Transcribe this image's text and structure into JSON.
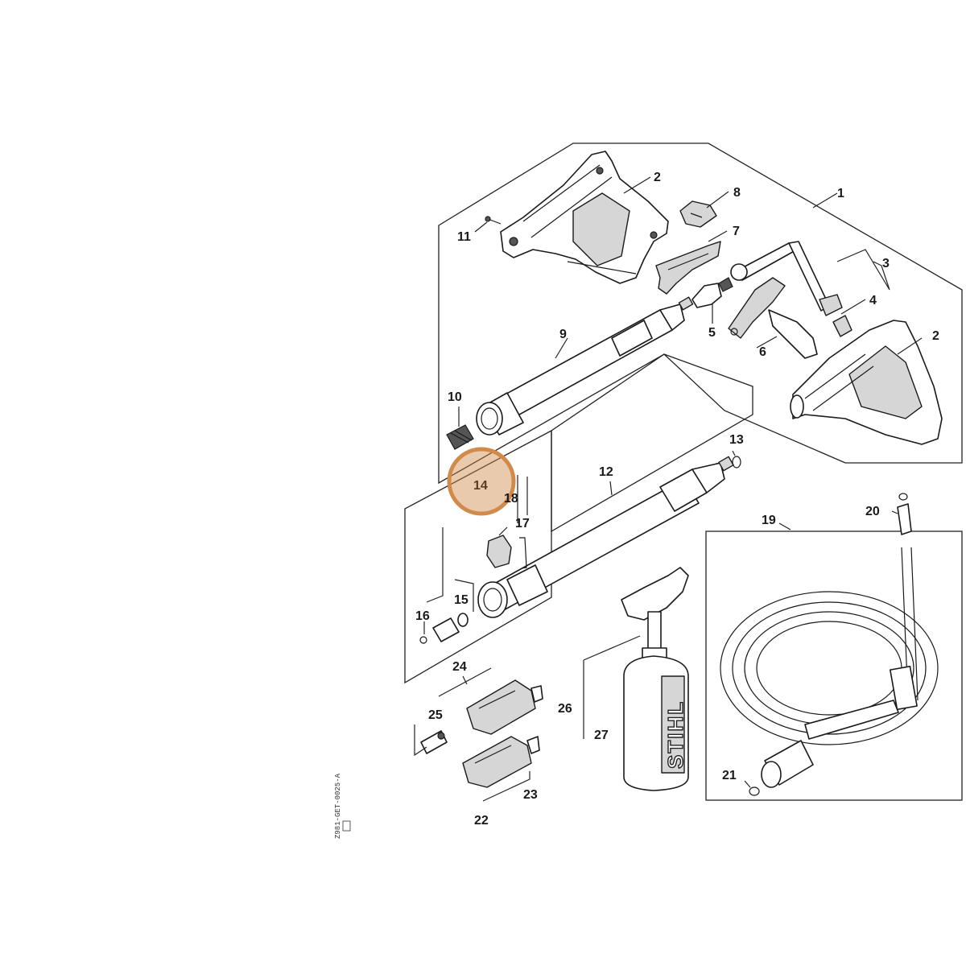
{
  "labels": {
    "l1": "1",
    "l2a": "2",
    "l2b": "2",
    "l3": "3",
    "l4": "4",
    "l5": "5",
    "l6": "6",
    "l7": "7",
    "l8": "8",
    "l9": "9",
    "l10": "10",
    "l11": "11",
    "l12": "12",
    "l13": "13",
    "l14": "14",
    "l15": "15",
    "l16": "16",
    "l17": "17",
    "l18": "18",
    "l19": "19",
    "l20": "20",
    "l21": "21",
    "l22": "22",
    "l23": "23",
    "l24": "24",
    "l25": "25",
    "l26": "26",
    "l27": "27"
  },
  "highlight": {
    "part": "14",
    "color": "#d08a4a"
  },
  "bottle_brand": "STIHL",
  "drawing_code": "Z981-GET-0025-A"
}
